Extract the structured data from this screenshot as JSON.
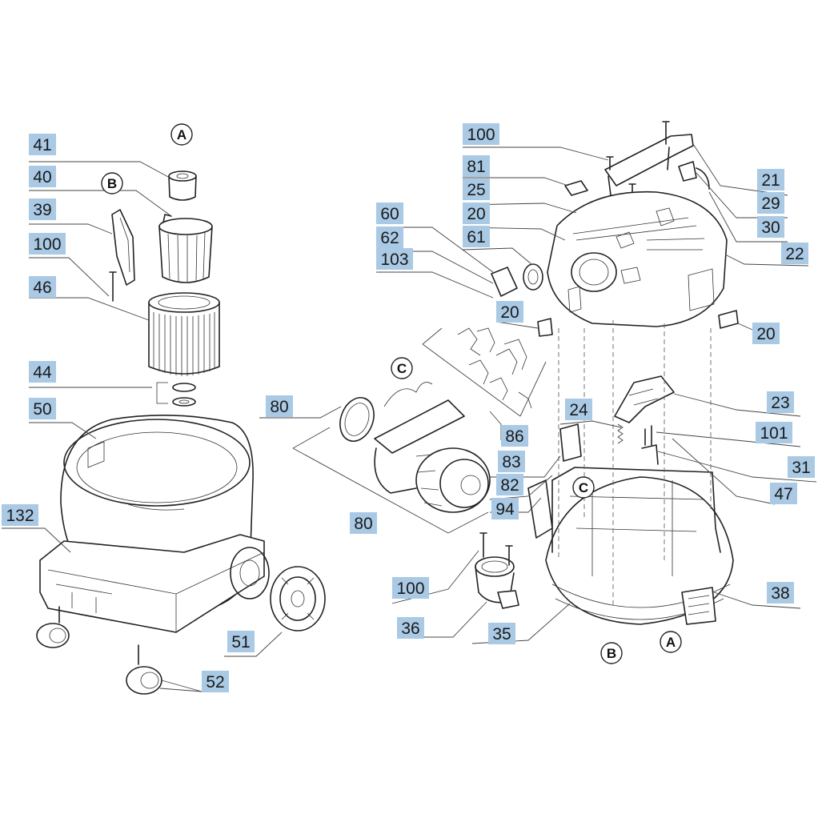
{
  "part_labels": {
    "p41": "41",
    "p40": "40",
    "p39": "39",
    "p100a": "100",
    "p46": "46",
    "p44": "44",
    "p50": "50",
    "p132": "132",
    "p51": "51",
    "p52": "52",
    "p80a": "80",
    "p80b": "80",
    "p86": "86",
    "p83": "83",
    "p82": "82",
    "p94": "94",
    "p100b": "100",
    "p36": "36",
    "p35": "35",
    "p100c": "100",
    "p81": "81",
    "p25": "25",
    "p20a": "20",
    "p60": "60",
    "p61": "61",
    "p62": "62",
    "p103": "103",
    "p20b": "20",
    "p21": "21",
    "p29": "29",
    "p30": "30",
    "p22": "22",
    "p20c": "20",
    "p23": "23",
    "p24": "24",
    "p101": "101",
    "p31": "31",
    "p47": "47",
    "p38": "38"
  },
  "ref_markers": {
    "a_top": "A",
    "b_top": "B",
    "c_mid": "C",
    "c_base": "C",
    "b_bottom": "B",
    "a_bottom": "A"
  }
}
